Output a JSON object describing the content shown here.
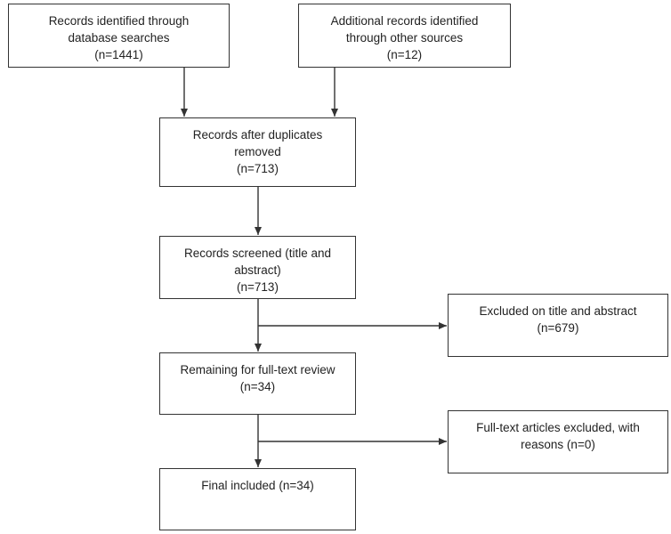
{
  "flowchart": {
    "identified_db": {
      "lines": [
        "Records identified through",
        "database searches",
        "(n=1441)"
      ]
    },
    "identified_other": {
      "lines": [
        "Additional records identified",
        "through other sources",
        "(n=12)"
      ]
    },
    "after_duplicates": {
      "lines": [
        "Records after duplicates",
        "removed",
        "(n=713)"
      ]
    },
    "screened": {
      "lines": [
        "Records screened (title and",
        "abstract)",
        "(n=713)"
      ]
    },
    "excluded_title_abstract": {
      "lines": [
        "Excluded on title and abstract",
        "(n=679)"
      ]
    },
    "full_text_review": {
      "lines": [
        "Remaining for full-text review",
        "(n=34)"
      ]
    },
    "full_text_excluded": {
      "lines": [
        "Full-text articles excluded, with",
        "reasons (n=0)"
      ]
    },
    "final_included": {
      "lines": [
        "Final included (n=34)"
      ]
    }
  }
}
